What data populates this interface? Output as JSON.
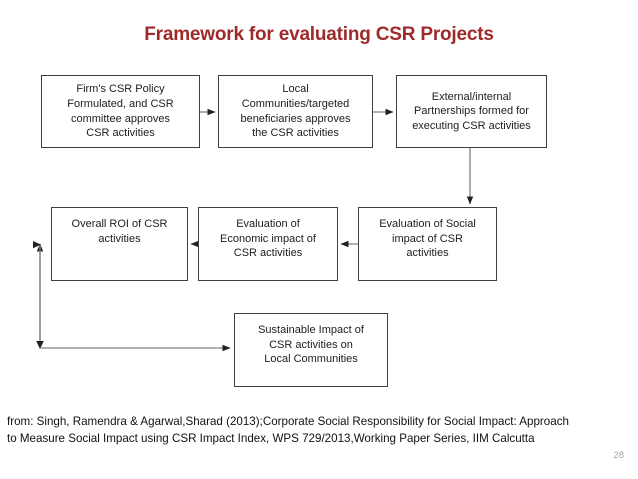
{
  "slide": {
    "title": "Framework for evaluating CSR Projects",
    "page_number": "28"
  },
  "nodes": {
    "policy": "Firm's CSR Policy\nFormulated, and CSR\ncommittee approves\nCSR activities",
    "communities": "Local\nCommunities/targeted\nbeneficiaries approves\nthe CSR activities",
    "partnerships": "External/internal\nPartnerships formed for\nexecuting CSR activities",
    "roi": "Overall ROI of CSR\nactivities",
    "economic": "Evaluation of\nEconomic impact of\nCSR activities",
    "social": "Evaluation of Social\nimpact of CSR\nactivities",
    "sustainable": "Sustainable Impact of\nCSR activities on\nLocal Communities"
  },
  "connectors": [
    {
      "name": "policy-to-communities",
      "label": "arrow from Firm's CSR Policy to Local Communities"
    },
    {
      "name": "communities-to-partnerships",
      "label": "arrow from Local Communities to External/internal Partnerships"
    },
    {
      "name": "partnerships-to-social",
      "label": "arrow from External/internal Partnerships down to Evaluation of Social impact"
    },
    {
      "name": "social-to-economic",
      "label": "arrow from Evaluation of Social impact to Evaluation of Economic impact"
    },
    {
      "name": "economic-to-roi",
      "label": "arrow from Evaluation of Economic impact to Overall ROI"
    },
    {
      "name": "roi-to-sustainable",
      "label": "arrow from Overall ROI down and right to Sustainable Impact"
    }
  ],
  "caption": {
    "line1": "from: Singh, Ramendra & Agarwal,Sharad (2013);Corporate Social Responsibility for Social Impact: Approach",
    "line2": "to Measure Social Impact using CSR Impact Index,  WPS 729/2013,Working Paper Series, IIM Calcutta"
  },
  "colors": {
    "title": "#9e2a2b",
    "box_border": "#3f3f3f",
    "connector": "#808080",
    "text": "#1d1d1d",
    "page_number": "#a6a6a6"
  }
}
